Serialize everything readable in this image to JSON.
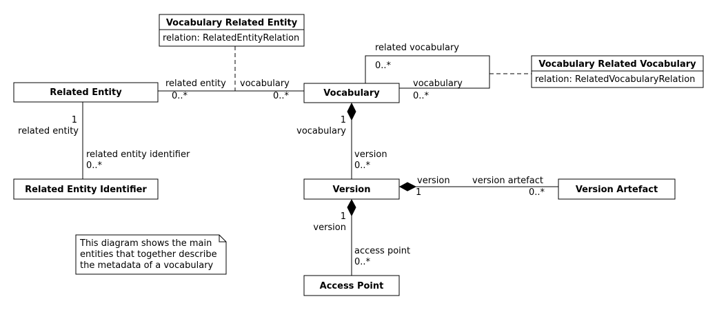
{
  "classes": {
    "related_entity": "Related Entity",
    "related_entity_identifier": "Related Entity Identifier",
    "vocabulary": "Vocabulary",
    "version": "Version",
    "access_point": "Access Point",
    "version_artefact": "Version Artefact",
    "vocabulary_related_entity": {
      "name": "Vocabulary Related Entity",
      "attr": "relation: RelatedEntityRelation"
    },
    "vocabulary_related_vocabulary": {
      "name": "Vocabulary Related Vocabulary",
      "attr": "relation: RelatedVocabularyRelation"
    }
  },
  "associations": {
    "entity_vocab": {
      "role_left": "related entity",
      "mult_left": "0..*",
      "role_right": "vocabulary",
      "mult_right": "0..*"
    },
    "self_vocab": {
      "role_top": "related vocabulary",
      "mult_top": "0..*",
      "role_bottom": "vocabulary",
      "mult_bottom": "0..*"
    },
    "entity_identifier": {
      "mult_top": "1",
      "role_top": "related entity",
      "role_bottom": "related entity identifier",
      "mult_bottom": "0..*"
    },
    "vocab_version": {
      "mult_top": "1",
      "role_top": "vocabulary",
      "role_bottom": "version",
      "mult_bottom": "0..*"
    },
    "version_artefact": {
      "role_left": "version",
      "mult_left": "1",
      "role_right": "version artefact",
      "mult_right": "0..*"
    },
    "version_access": {
      "mult_top": "1",
      "role_top": "version",
      "role_bottom": "access point",
      "mult_bottom": "0..*"
    }
  },
  "note": {
    "lines": [
      "This diagram shows the main",
      "entities that together describe",
      "the metadata of a vocabulary"
    ]
  }
}
